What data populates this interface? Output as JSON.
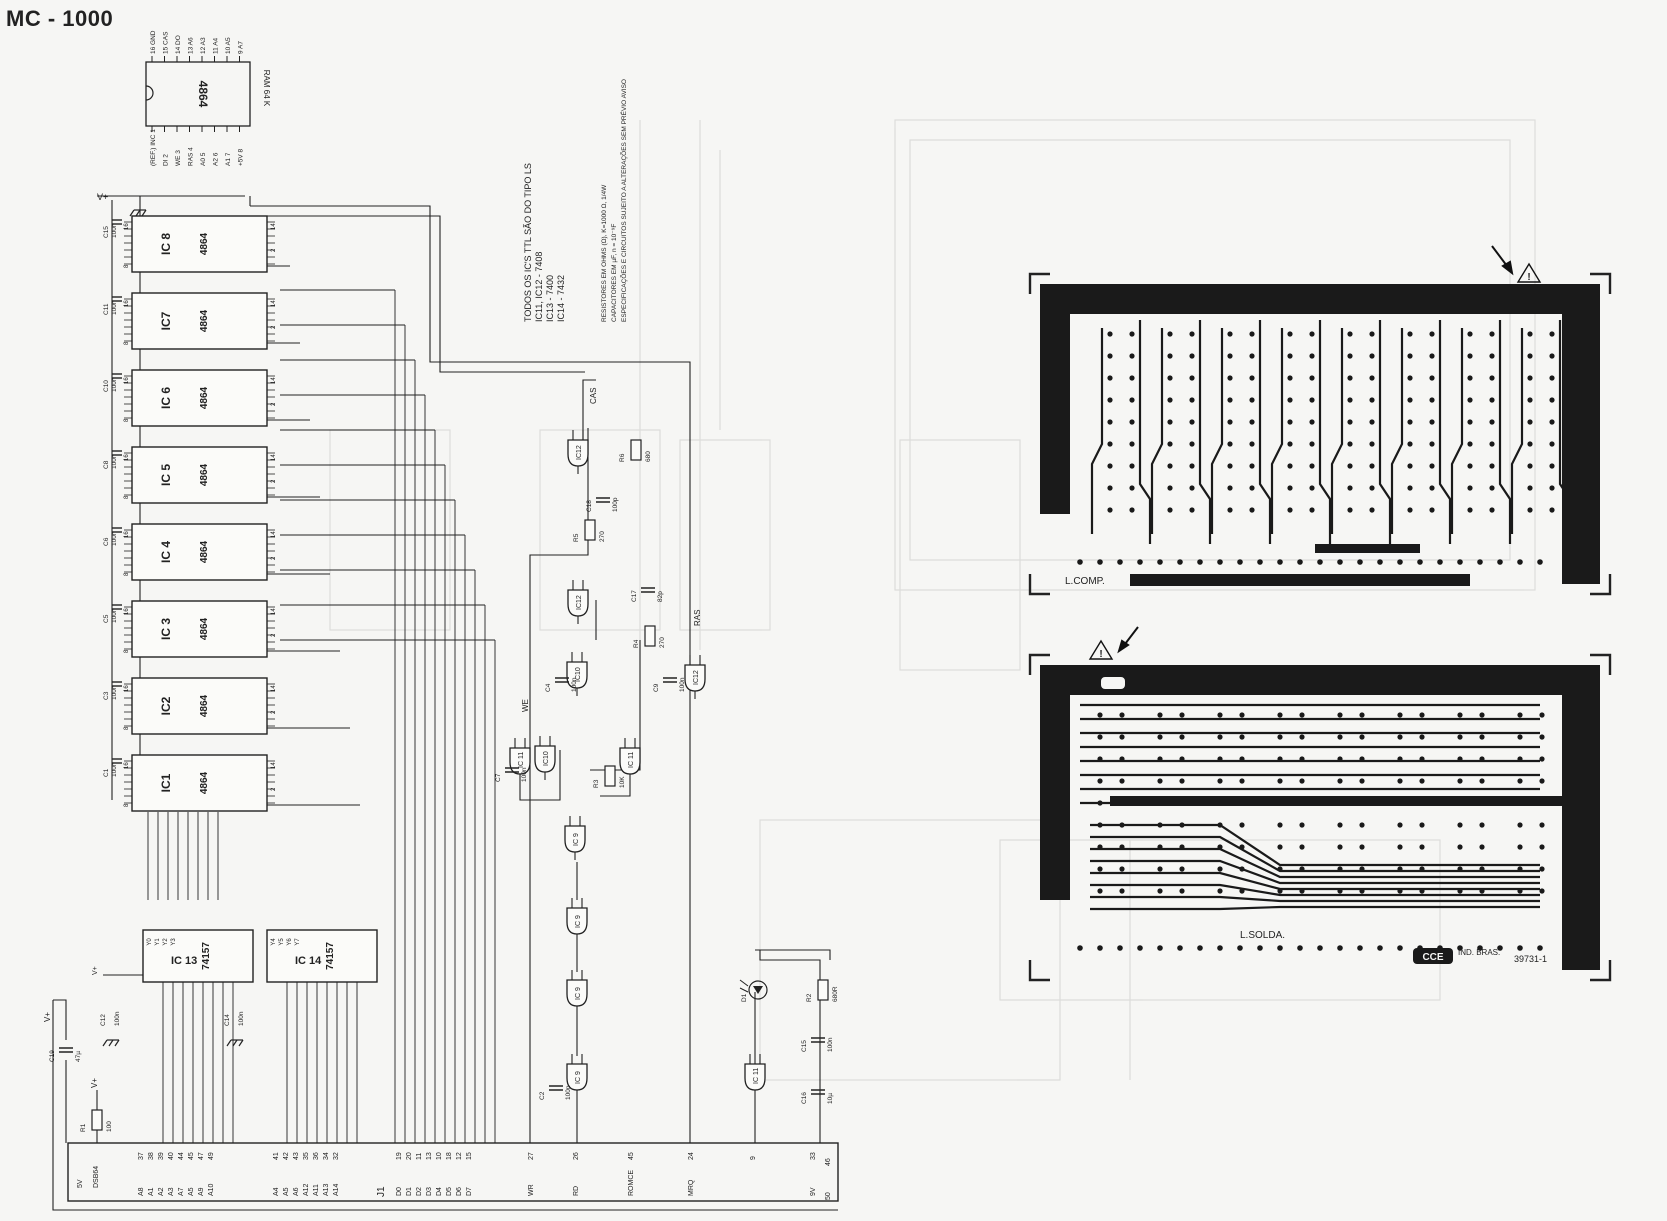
{
  "page": {
    "title": "MC - 1000"
  },
  "ram_pinout": {
    "chip": "4864",
    "part": "RAM 64 K",
    "left_pins": [
      "(REF.) INC 1",
      "DI 2",
      "WE 3",
      "RAS 4",
      "A0 5",
      "A2 6",
      "A1 7",
      "+5V 8"
    ],
    "right_pins": [
      "16 GND",
      "15 CAS",
      "14 DO",
      "13 A6",
      "12 A3",
      "11 A4",
      "10 A5",
      "9 A7"
    ]
  },
  "notes": {
    "logic": [
      "TODOS OS IC'S TTL SÃO DO TIPO LS",
      "IC11, IC12 - 7408",
      "IC13 - 7400",
      "IC14 - 7432"
    ],
    "specs": [
      "RESISTORES EM OHMS (Ω), K=1000 Ω, 1/4W",
      "CAPACITORES EM µF, n = 10⁻⁹F",
      "ESPECIFICAÇÕES E CIRCUITOS SUJEITO A ALTERAÇÕES SEM PRÉVIO AVISO"
    ]
  },
  "supply": {
    "vplus": "V+",
    "pin16": "16",
    "pin8": "8",
    "pin14": "14",
    "pin2": "2"
  },
  "memory_ics": [
    {
      "ic": "IC 8",
      "chip": "4864",
      "cap": "C15",
      "cap_value": "100n"
    },
    {
      "ic": "IC7",
      "chip": "4864",
      "cap": "C11",
      "cap_value": "100n"
    },
    {
      "ic": "IC 6",
      "chip": "4864",
      "cap": "C10",
      "cap_value": "100n"
    },
    {
      "ic": "IC 5",
      "chip": "4864",
      "cap": "C8",
      "cap_value": "100n"
    },
    {
      "ic": "IC 4",
      "chip": "4864",
      "cap": "C6",
      "cap_value": "100n"
    },
    {
      "ic": "IC 3",
      "chip": "4864",
      "cap": "C5",
      "cap_value": "100n"
    },
    {
      "ic": "IC2",
      "chip": "4864",
      "cap": "C3",
      "cap_value": "100n"
    },
    {
      "ic": "IC1",
      "chip": "4864",
      "cap": "C1",
      "cap_value": "100n"
    }
  ],
  "mux_ics": [
    {
      "ic": "IC 13",
      "chip": "74157",
      "cap": "C12",
      "cap_value": "100n",
      "outputs": [
        "Y0",
        "Y1",
        "Y2",
        "Y3"
      ]
    },
    {
      "ic": "IC 14",
      "chip": "74157",
      "cap": "C14",
      "cap_value": "100n",
      "outputs": [
        "Y4",
        "Y5",
        "Y6",
        "Y7"
      ]
    }
  ],
  "logic_labels": {
    "gates": [
      "IC12",
      "IC12",
      "IC10",
      "IC12",
      "IC 11",
      "IC10",
      "IC 11",
      "IC 9",
      "IC 9",
      "IC 9",
      "IC 9",
      "IC 11"
    ],
    "signals": [
      "CAS",
      "RAS",
      "WE"
    ],
    "parts": [
      {
        "ref": "R6",
        "value": "680"
      },
      {
        "ref": "C18",
        "value": "100p"
      },
      {
        "ref": "R5",
        "value": "270"
      },
      {
        "ref": "C17",
        "value": "82p"
      },
      {
        "ref": "R4",
        "value": "270"
      },
      {
        "ref": "C4",
        "value": "100n"
      },
      {
        "ref": "C9",
        "value": "100n"
      },
      {
        "ref": "C7",
        "value": "100n"
      },
      {
        "ref": "R3",
        "value": "10K"
      },
      {
        "ref": "C2",
        "value": "100n"
      },
      {
        "ref": "D1",
        "value": ""
      },
      {
        "ref": "R2",
        "value": "680R"
      },
      {
        "ref": "C16",
        "value": "10µ"
      },
      {
        "ref": "C15",
        "value": "100n"
      },
      {
        "ref": "C19",
        "value": "47µ"
      },
      {
        "ref": "R1",
        "value": "100"
      }
    ]
  },
  "connector": {
    "name": "J1",
    "left": [
      "5V",
      "DSB64"
    ],
    "pins": [
      {
        "n": "37",
        "s": "A8"
      },
      {
        "n": "38",
        "s": "A1"
      },
      {
        "n": "39",
        "s": "A2"
      },
      {
        "n": "40",
        "s": "A3"
      },
      {
        "n": "44",
        "s": "A7"
      },
      {
        "n": "45",
        "s": "A5"
      },
      {
        "n": "47",
        "s": "A9"
      },
      {
        "n": "49",
        "s": "A10"
      },
      {
        "n": "41",
        "s": "A4"
      },
      {
        "n": "42",
        "s": "A5"
      },
      {
        "n": "43",
        "s": "A6"
      },
      {
        "n": "35",
        "s": "A12"
      },
      {
        "n": "36",
        "s": "A11"
      },
      {
        "n": "34",
        "s": "A13"
      },
      {
        "n": "32",
        "s": "A14"
      },
      {
        "n": "19",
        "s": "D0"
      },
      {
        "n": "20",
        "s": "D1"
      },
      {
        "n": "11",
        "s": "D2"
      },
      {
        "n": "13",
        "s": "D3"
      },
      {
        "n": "10",
        "s": "D4"
      },
      {
        "n": "18",
        "s": "D5"
      },
      {
        "n": "12",
        "s": "D6"
      },
      {
        "n": "15",
        "s": "D7"
      },
      {
        "n": "27",
        "s": "WR"
      },
      {
        "n": "26",
        "s": "RD"
      },
      {
        "n": "45",
        "s": "ROMCE"
      },
      {
        "n": "24",
        "s": "MRQ"
      },
      {
        "n": "9",
        "s": ""
      },
      {
        "n": "33",
        "s": "9V"
      }
    ],
    "right": [
      "46",
      "50"
    ]
  },
  "pcb": {
    "top_label": "L.COMP.",
    "bottom_label": "L.SOLDA.",
    "logo": "CCE",
    "maker": "IND. BRAS.",
    "code": "39731-1",
    "warning": "!"
  }
}
